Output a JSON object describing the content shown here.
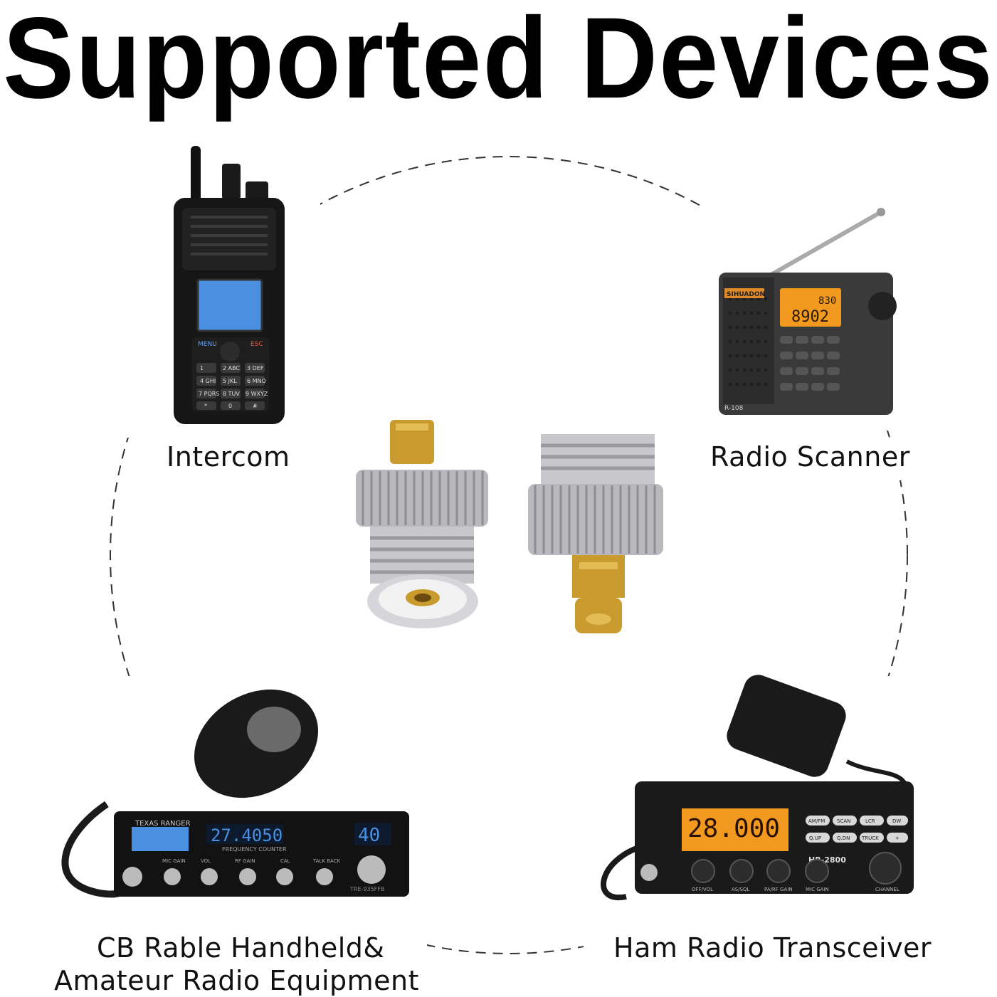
{
  "title": "Supported Devices",
  "devices": {
    "intercom": {
      "label": "Intercom",
      "keys": [
        "MENU",
        "ESC",
        "1",
        "2 ABC",
        "3 DEF",
        "4 GHI",
        "5 JKL",
        "6 MNO",
        "7 PQRS",
        "8 TUV",
        "9 WXYZ",
        "*",
        "0",
        "#"
      ]
    },
    "scanner": {
      "label": "Radio Scanner",
      "brand": "SIHUADON",
      "display_top": "830",
      "display_freq": "8902",
      "model": "R-108"
    },
    "cb": {
      "label_line1": "CB Rable Handheld&",
      "label_line2": "Amateur Radio Equipment",
      "brand": "TEXAS RANGER",
      "frequency": "27.4050",
      "channel": "40",
      "freq_caption": "FREQUENCY COUNTER",
      "model": "TRE-935FFB",
      "knobs": [
        "MIC GAIN",
        "VOL",
        "RF GAIN",
        "CAL",
        "TALK BACK"
      ]
    },
    "ham": {
      "label": "Ham Radio Transceiver",
      "frequency": "28.000",
      "model": "HR-2800",
      "buttons": [
        "AM/FM",
        "SCAN",
        "LCR",
        "DW",
        "Q.UP",
        "Q.DN",
        "TRUCK",
        "+"
      ],
      "knob_labels": [
        "OFF/VOL",
        "AS/SQL",
        "PA/RF GAIN",
        "MIC GAIN",
        "CHANNEL"
      ]
    }
  },
  "colors": {
    "brass": "#c99a2e",
    "silver": "#c8c8cc",
    "lcd_blue": "#4a8fe0",
    "lcd_orange": "#f29a1f"
  }
}
